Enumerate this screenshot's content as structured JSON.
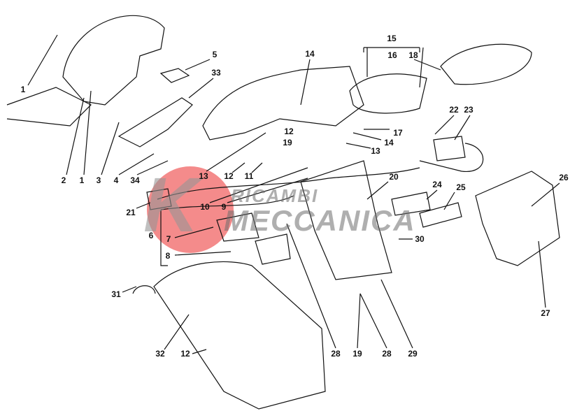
{
  "diagram": {
    "callouts": [
      "1",
      "2",
      "1",
      "3",
      "4",
      "34",
      "5",
      "33",
      "14",
      "15",
      "16",
      "18",
      "12",
      "19",
      "17",
      "14",
      "13",
      "22",
      "23",
      "13",
      "12",
      "11",
      "20",
      "24",
      "25",
      "26",
      "21",
      "10",
      "9",
      "6",
      "7",
      "8",
      "30",
      "31",
      "27",
      "32",
      "12",
      "28",
      "19",
      "28",
      "29"
    ],
    "watermark": {
      "top": "RICAMBI",
      "bottom": "MECCANICA",
      "logo_letter": "K"
    },
    "colors": {
      "ink": "#111111",
      "watermark_red": "#e84a4a",
      "watermark_gray": "#8a8a8a"
    }
  }
}
